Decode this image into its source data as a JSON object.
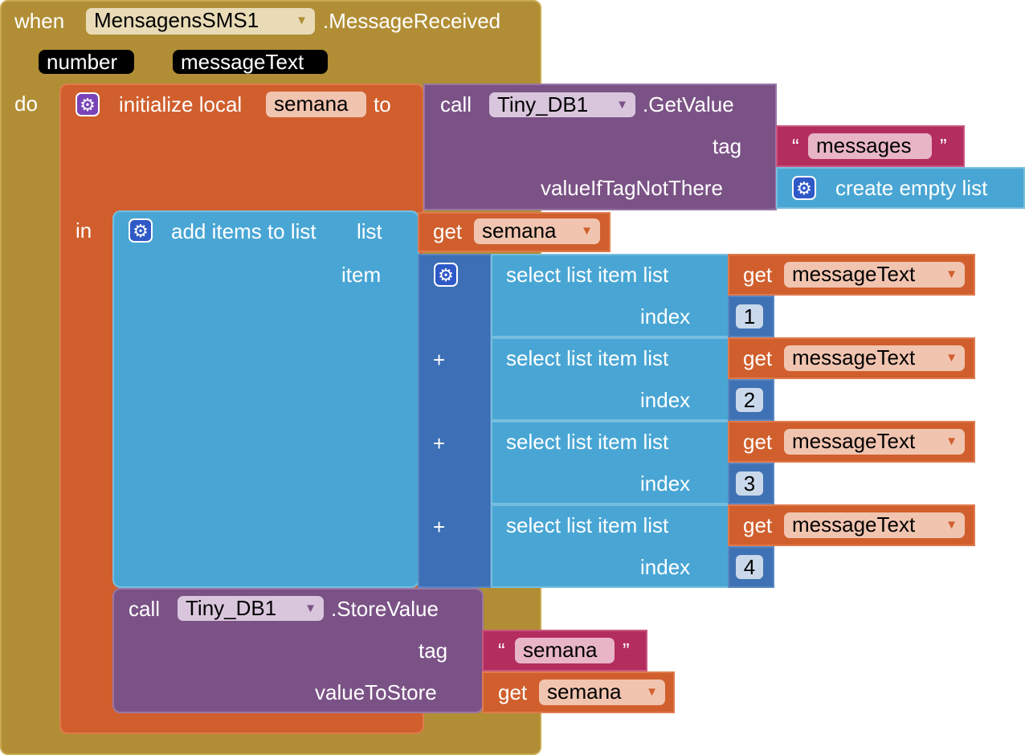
{
  "event": {
    "when_label": "when",
    "component": "MensagensSMS1",
    "event_name": ".MessageReceived",
    "params": [
      "number",
      "messageText"
    ],
    "do_label": "do"
  },
  "init_local": {
    "label": "initialize local",
    "var_name": "semana",
    "to_label": "to",
    "in_label": "in"
  },
  "getvalue": {
    "call_label": "call",
    "component": "Tiny_DB1",
    "method": ".GetValue",
    "tag_label": "tag",
    "tag_value": "messages",
    "default_label": "valueIfTagNotThere",
    "default_block": "create empty list"
  },
  "add_items": {
    "label": "add items to list",
    "list_label": "list",
    "item_label": "item",
    "get_label": "get",
    "list_var": "semana"
  },
  "make_list": {
    "plus": "+",
    "items": [
      {
        "label": "select list item  list",
        "get_label": "get",
        "var": "messageText",
        "index_label": "index",
        "index": "1"
      },
      {
        "label": "select list item  list",
        "get_label": "get",
        "var": "messageText",
        "index_label": "index",
        "index": "2"
      },
      {
        "label": "select list item  list",
        "get_label": "get",
        "var": "messageText",
        "index_label": "index",
        "index": "3"
      },
      {
        "label": "select list item  list",
        "get_label": "get",
        "var": "messageText",
        "index_label": "index",
        "index": "4"
      }
    ]
  },
  "storevalue": {
    "call_label": "call",
    "component": "Tiny_DB1",
    "method": ".StoreValue",
    "tag_label": "tag",
    "tag_value": "semana",
    "value_label": "valueToStore",
    "get_label": "get",
    "var": "semana"
  },
  "quotes": {
    "open": "“",
    "close": "”"
  },
  "icons": {
    "gear": "gear-icon",
    "dropdown": "dropdown-arrow-icon"
  },
  "colors": {
    "event_block": "#b18e35",
    "variable_block": "#d05f2d",
    "component_call": "#7b5286",
    "text_block": "#b32d5e",
    "list_block": "#49a6d4",
    "list_inner": "#3c6fb5",
    "math_block": "#3f71b5",
    "mutator_gear": "#7a44b8"
  }
}
